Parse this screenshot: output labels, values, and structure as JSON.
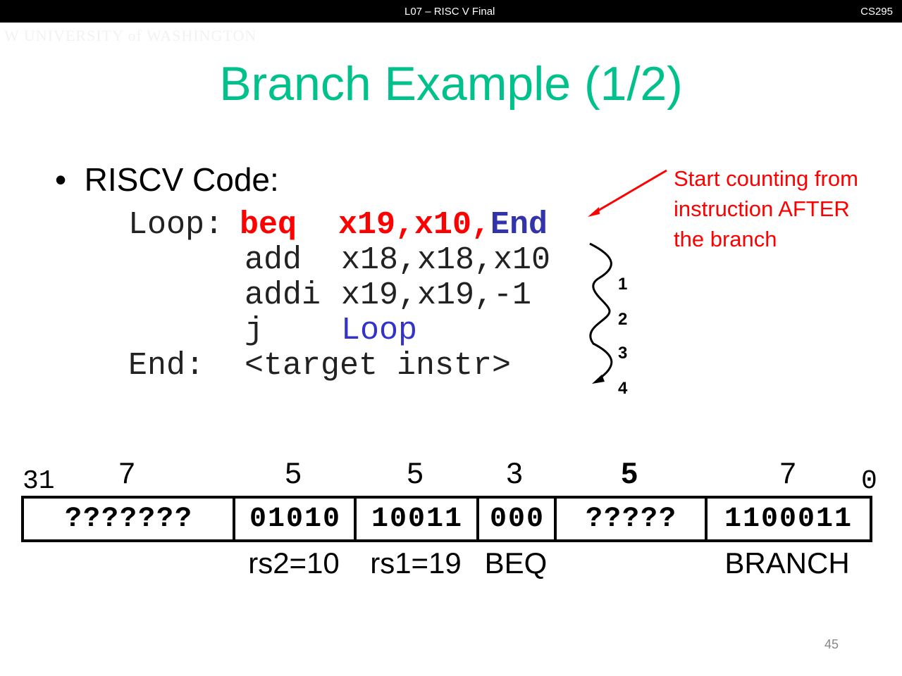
{
  "header": {
    "lecture": "L07 – RISC V Final",
    "course": "CS295"
  },
  "logo": "UNIVERSITY of WASHINGTON",
  "title": "Branch Example (1/2)",
  "bullet": "RISCV Code:",
  "code": [
    {
      "label": "Loop:",
      "op": "beq",
      "args": [
        "x19,x10,",
        "End"
      ]
    },
    {
      "label": "",
      "op": "add",
      "args": [
        "x18,x18,x10"
      ]
    },
    {
      "label": "",
      "op": "addi",
      "args": [
        "x19,x19,-1"
      ]
    },
    {
      "label": "",
      "op": "j",
      "args": [
        "Loop"
      ]
    },
    {
      "label": "End:",
      "op": "<target instr>",
      "args": []
    }
  ],
  "note": [
    "Start counting from",
    "instruction AFTER",
    "the branch"
  ],
  "count": [
    "1",
    "2",
    "3",
    "4"
  ],
  "encoding": {
    "msb": "31",
    "lsb": "0",
    "fields": [
      {
        "bits": "7",
        "value": "???????",
        "label": ""
      },
      {
        "bits": "5",
        "value": "01010",
        "label": "rs2=10"
      },
      {
        "bits": "5",
        "value": "10011",
        "label": "rs1=19"
      },
      {
        "bits": "3",
        "value": "000",
        "label": "BEQ"
      },
      {
        "bits": "5",
        "value": "?????",
        "label": ""
      },
      {
        "bits": "7",
        "value": "1100011",
        "label": "BRANCH"
      }
    ]
  },
  "page_number": "45"
}
